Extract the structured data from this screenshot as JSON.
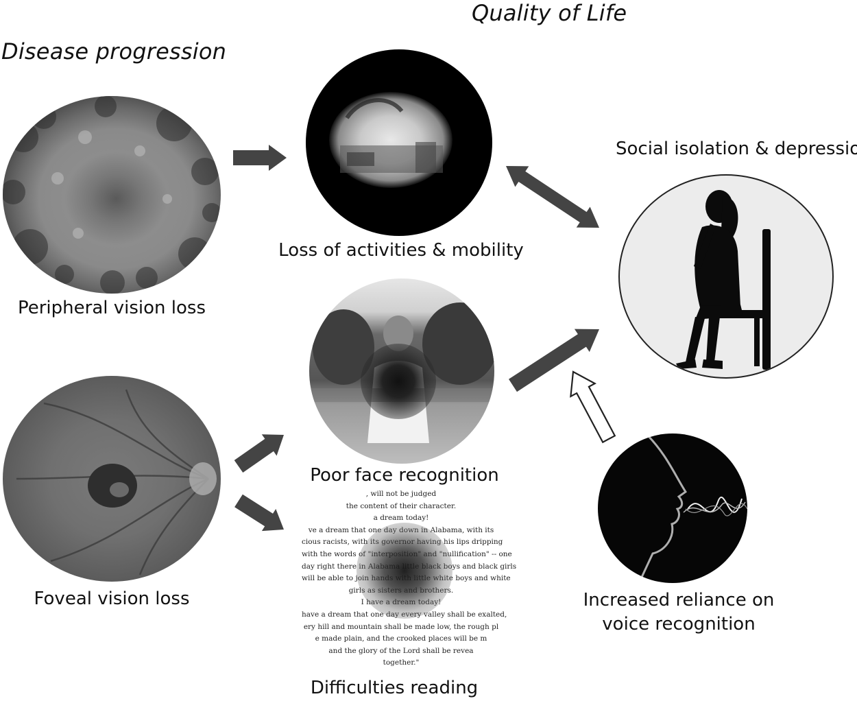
{
  "headers": {
    "quality_of_life": "Quality of Life",
    "disease_progression": "Disease progression"
  },
  "captions": {
    "peripheral": "Peripheral vision loss",
    "foveal": "Foveal vision loss",
    "activities": "Loss of activities & mobility",
    "face": "Poor face recognition",
    "reading": "Difficulties reading",
    "social": "Social isolation & depression",
    "voice_line1": "Increased reliance on",
    "voice_line2": "voice recognition"
  },
  "reading_text": [
    ", will not be judged",
    "the content of their character.",
    "a dream today!",
    "ve a dream that one day down in Alabama, with its",
    "cious racists, with its governor having his lips dripping",
    "with the words of \"interposition\" and \"nullification\" -- one",
    "day right there in Alabama little black boys and black girls",
    "will be able to join hands with little white boys and white",
    "girls as sisters and brothers.",
    "I have a dream today!",
    "have a dream that one day every valley shall be exalted,",
    "ery hill and mountain shall be made low, the rough pl",
    "e made plain, and the crooked places will be m",
    "and the glory of the Lord shall be revea",
    "together.\""
  ],
  "colors": {
    "arrow": "#444444",
    "hollow_arrow_fill": "#ffffff",
    "hollow_arrow_stroke": "#222222"
  },
  "icons": {
    "peripheral": "retina-peripheral-loss-image",
    "foveal": "retina-foveal-loss-image",
    "activities": "tunnel-vision-scene-image",
    "face": "central-scotoma-face-image",
    "social": "depressed-woman-silhouette-icon",
    "voice": "speaking-face-soundwave-icon"
  }
}
